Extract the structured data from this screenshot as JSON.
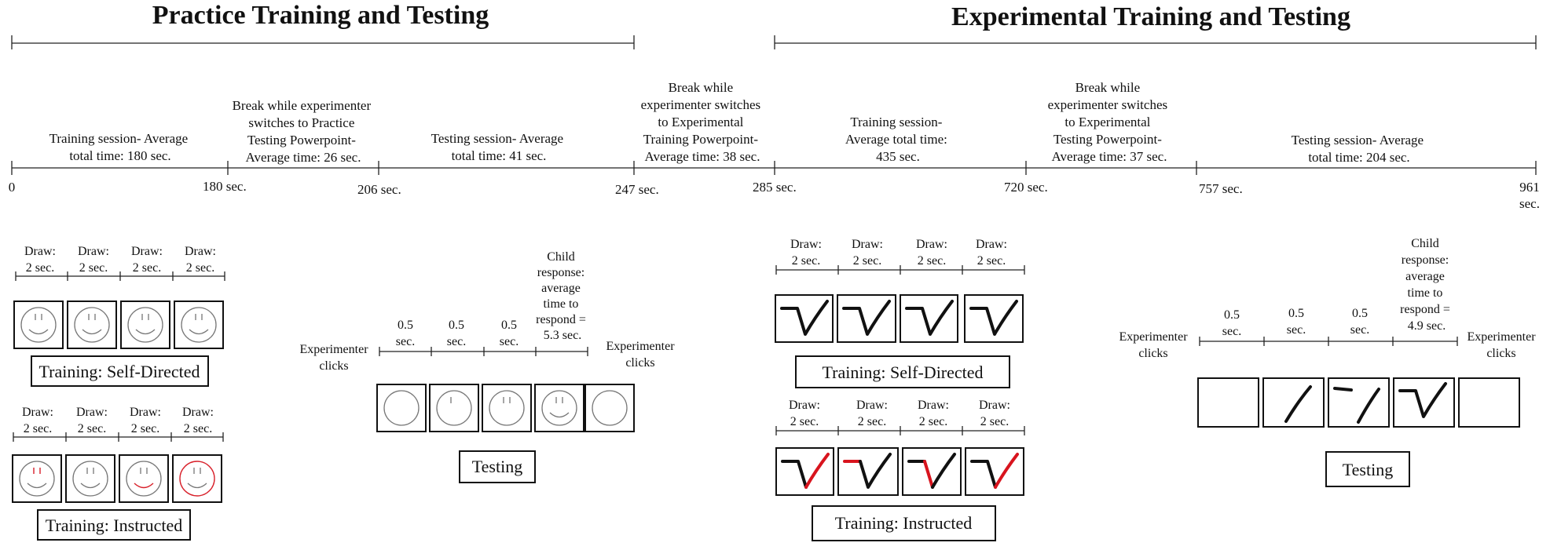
{
  "titles": {
    "practice": "Practice Training and Testing",
    "experimental": "Experimental Training and Testing"
  },
  "timeline": {
    "segments": [
      [
        "Training session- Average",
        "total time: 180 sec."
      ],
      [
        "Break while experimenter",
        "switches to Practice",
        "Testing Powerpoint-",
        "Average time: 26 sec."
      ],
      [
        "Testing session- Average",
        "total time: 41 sec."
      ],
      [
        "Break while",
        "experimenter switches",
        "to Experimental",
        "Training Powerpoint-",
        "Average time: 38 sec."
      ],
      [
        "Training session-",
        "Average total time:",
        "435 sec."
      ],
      [
        "Break while",
        "experimenter switches",
        "to Experimental",
        "Testing Powerpoint-",
        "Average time: 37 sec."
      ],
      [
        "Testing session- Average",
        "total time: 204 sec."
      ]
    ],
    "ticks": [
      "0",
      "180 sec.",
      "206 sec.",
      "247 sec.",
      "285 sec.",
      "720 sec.",
      "757 sec.",
      "961",
      "sec."
    ]
  },
  "draw_label": [
    "Draw:",
    "2 sec."
  ],
  "interval_label": [
    "0.5",
    "sec."
  ],
  "experimenter_clicks": [
    "Experimenter",
    "clicks"
  ],
  "practice_child_response": [
    "Child",
    "response:",
    "average",
    "time to",
    "respond =",
    "5.3 sec."
  ],
  "experimental_child_response": [
    "Child",
    "response:",
    "average",
    "time to",
    "respond =",
    "4.9 sec."
  ],
  "box_labels": {
    "self_directed": "Training: Self-Directed",
    "instructed": "Training: Instructed",
    "testing": "Testing"
  },
  "colors": {
    "line": "#222222",
    "highlight": "#d8141e"
  }
}
